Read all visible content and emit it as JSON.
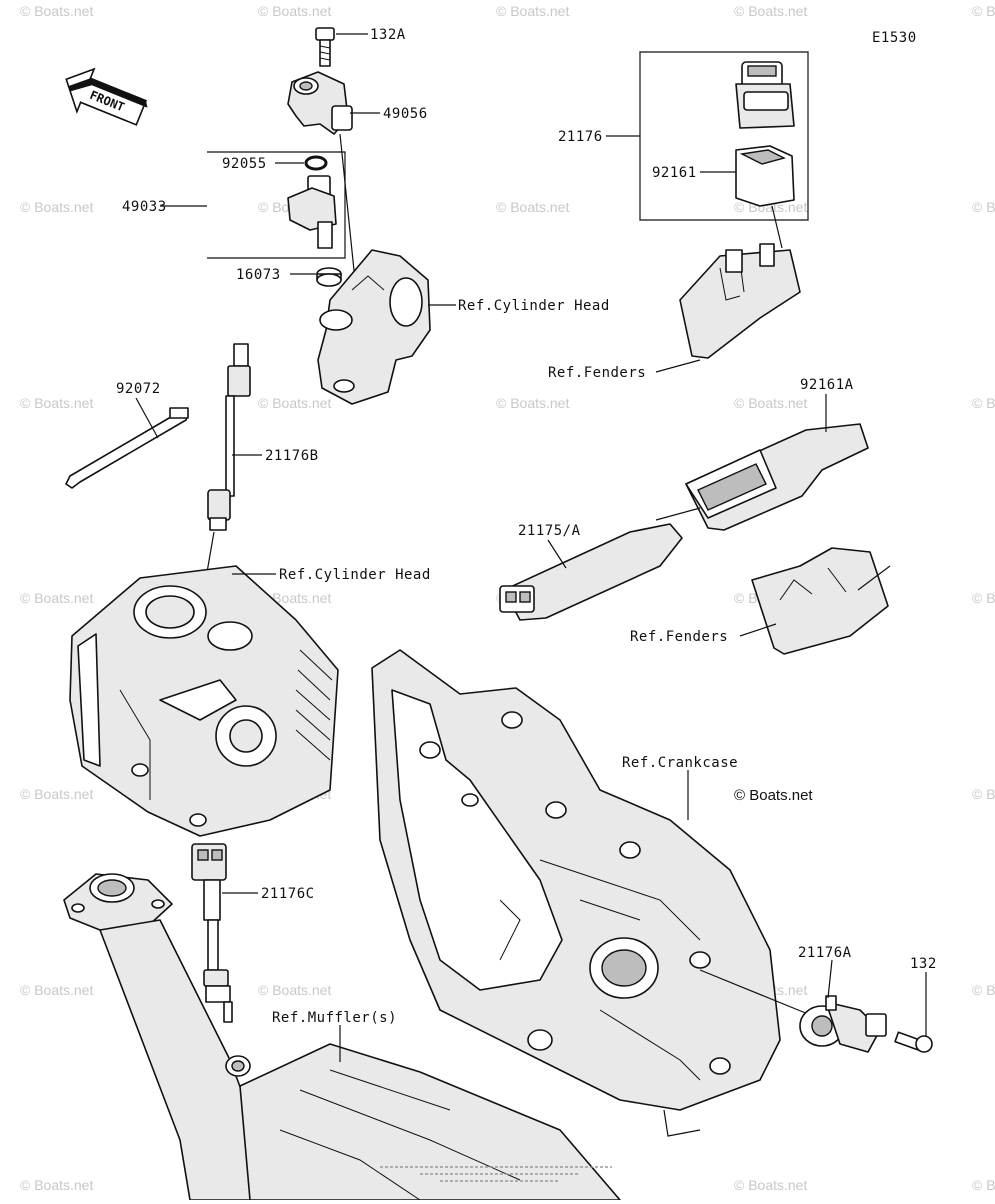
{
  "diagram_code": "E1530",
  "copyright": "© Boats.net",
  "watermark_text": "© Boats.net",
  "front_label": "FRONT",
  "labels": {
    "p132A": "132A",
    "p49056": "49056",
    "p92055": "92055",
    "p49033": "49033",
    "p16073": "16073",
    "ref_cyl_head_1": "Ref.Cylinder Head",
    "p21176": "21176",
    "p92161": "92161",
    "ref_fenders_1": "Ref.Fenders",
    "p92072": "92072",
    "p21176B": "21176B",
    "p92161A": "92161A",
    "p21175A": "21175/A",
    "ref_cyl_head_2": "Ref.Cylinder Head",
    "ref_fenders_2": "Ref.Fenders",
    "ref_crankcase": "Ref.Crankcase",
    "p21176C": "21176C",
    "p21176A": "21176A",
    "p132": "132",
    "ref_muffler": "Ref.Muffler(s)"
  },
  "colors": {
    "line": "#111111",
    "watermark": "#c8c8c8",
    "background": "#ffffff"
  }
}
